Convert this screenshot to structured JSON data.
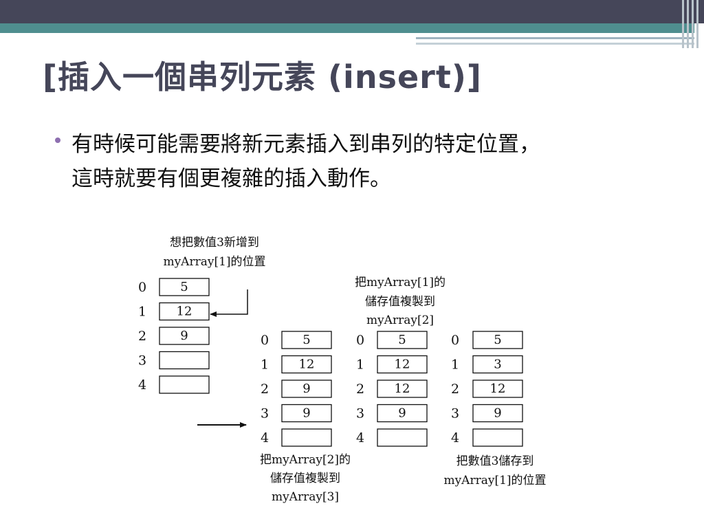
{
  "slide": {
    "title": "[插入一個串列元素 (insert)]",
    "bullet_line1": "有時候可能需要將新元素插入到串列的特定位置，",
    "bullet_line2": "這時就要有個更複雜的插入動作。"
  },
  "diagram": {
    "indices": [
      "0",
      "1",
      "2",
      "3",
      "4"
    ],
    "arrays": [
      {
        "cells": [
          "5",
          "12",
          "9",
          "",
          ""
        ]
      },
      {
        "cells": [
          "5",
          "12",
          "9",
          "9",
          ""
        ]
      },
      {
        "cells": [
          "5",
          "12",
          "12",
          "9",
          ""
        ]
      },
      {
        "cells": [
          "5",
          "3",
          "12",
          "9",
          ""
        ]
      }
    ],
    "captions": {
      "step0": [
        "想把數值3新增到",
        "myArray[1]的位置"
      ],
      "step1": [
        "把myArray[2]的",
        "儲存值複製到",
        "myArray[3]"
      ],
      "step2": [
        "把myArray[1]的",
        "儲存值複製到",
        "myArray[2]"
      ],
      "step3": [
        "把數值3儲存到",
        "myArray[1]的位置"
      ]
    }
  }
}
